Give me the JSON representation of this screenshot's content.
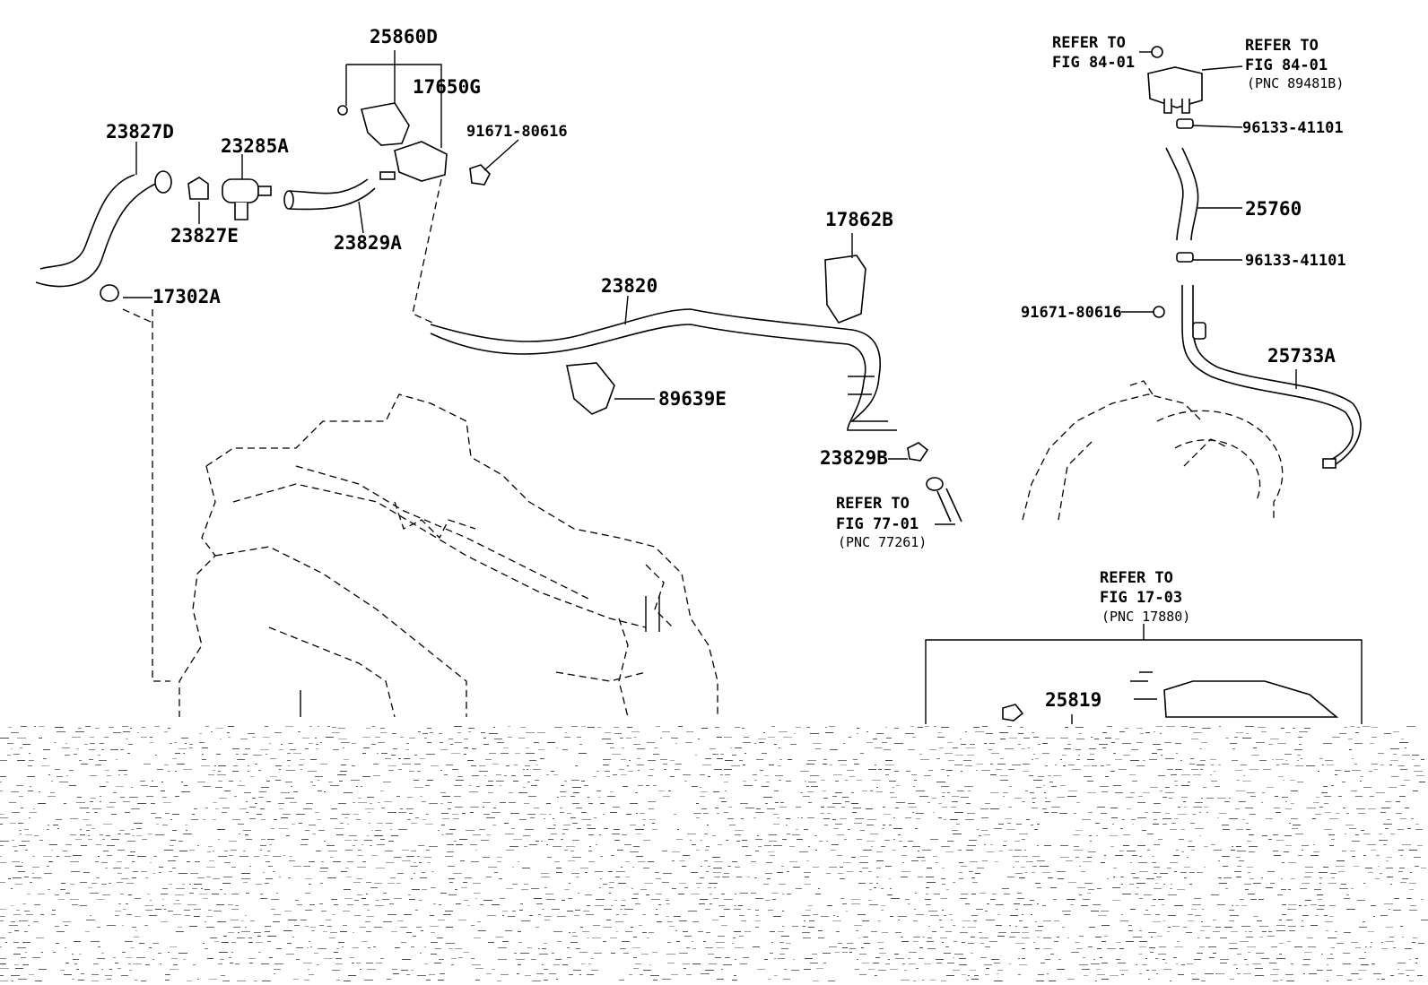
{
  "parts": {
    "p25860D": "25860D",
    "p17650G": "17650G",
    "p23827D": "23827D",
    "p23285A": "23285A",
    "p91671_a": "91671-80616",
    "p23827E": "23827E",
    "p23829A": "23829A",
    "p17302A": "17302A",
    "p17862B": "17862B",
    "p23820": "23820",
    "p89639E": "89639E",
    "p23829B": "23829B",
    "p96133_a": "96133-41101",
    "p25760": "25760",
    "p96133_b": "96133-41101",
    "p91671_b": "91671-80616",
    "p25733A": "25733A",
    "p25819": "25819"
  },
  "refs": {
    "ref_84_left": {
      "line1": "REFER TO",
      "line2": "FIG 84-01"
    },
    "ref_84_right": {
      "line1": "REFER TO",
      "line2": "FIG 84-01",
      "pnc": "(PNC 89481B)"
    },
    "ref_77": {
      "line1": "REFER TO",
      "line2": "FIG 77-01",
      "pnc": "(PNC 77261)"
    },
    "ref_17": {
      "line1": "REFER TO",
      "line2": "FIG 17-03",
      "pnc": "(PNC 17880)"
    }
  }
}
